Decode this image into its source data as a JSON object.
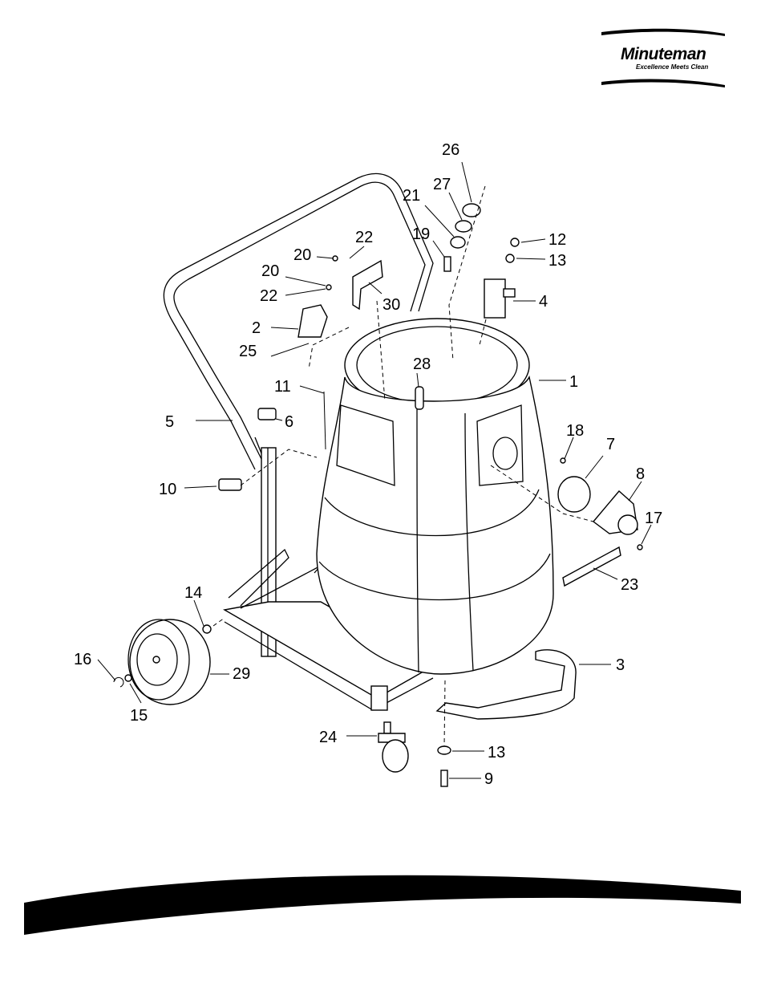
{
  "brand": {
    "name": "Minuteman",
    "tagline": "Excellence Meets Clean"
  },
  "callouts": [
    "1",
    "2",
    "3",
    "4",
    "5",
    "6",
    "7",
    "8",
    "9",
    "10",
    "11",
    "12",
    "13",
    "13",
    "14",
    "15",
    "16",
    "17",
    "18",
    "19",
    "20",
    "20",
    "21",
    "22",
    "22",
    "23",
    "24",
    "25",
    "26",
    "27",
    "28",
    "29",
    "30"
  ],
  "colors": {
    "ink": "#000000",
    "paper": "#ffffff"
  }
}
